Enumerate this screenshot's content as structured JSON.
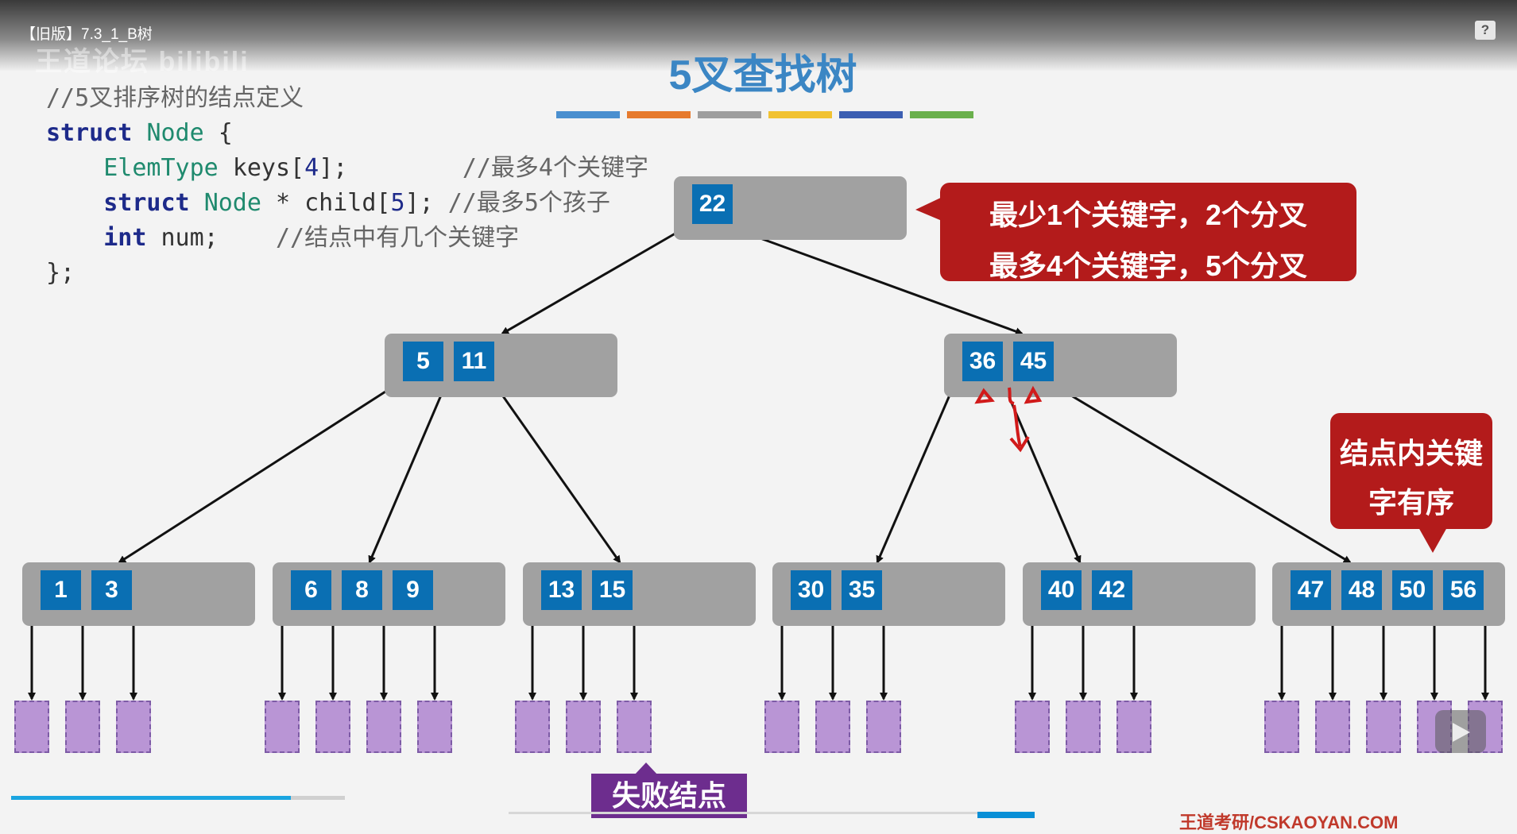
{
  "video": {
    "title": "【旧版】7.3_1_B树",
    "help_label": "?",
    "watermark": "王道论坛 bilibili",
    "progress": 0.838
  },
  "slide": {
    "title": "5叉查找树",
    "strip_colors": [
      "#4a8fcf",
      "#e67a2e",
      "#9e9e9e",
      "#f1c232",
      "#3c5fb2",
      "#6ab04c"
    ]
  },
  "code": {
    "comment_line": "//5叉排序树的结点定义",
    "struct_kw": "struct",
    "struct_name": "Node",
    "brace_open": "{",
    "line1_type": "ElemType",
    "line1_rest": "keys[",
    "line1_num": "4",
    "line1_end": "];",
    "line1_comment": "//最多4个关键字",
    "line2_kw": "struct",
    "line2_type": "Node",
    "line2_rest": "* child[",
    "line2_num": "5",
    "line2_end": "];",
    "line2_comment": "//最多5个孩子",
    "line3_kw": "int",
    "line3_rest": "num;",
    "line3_comment": "//结点中有几个关键字",
    "brace_close": "};"
  },
  "tree": {
    "root": [
      "22"
    ],
    "level1": [
      [
        "5",
        "11"
      ],
      [
        "36",
        "45"
      ]
    ],
    "leaves": [
      [
        "1",
        "3"
      ],
      [
        "6",
        "8",
        "9"
      ],
      [
        "13",
        "15"
      ],
      [
        "30",
        "35"
      ],
      [
        "40",
        "42"
      ],
      [
        "47",
        "48",
        "50",
        "56"
      ]
    ]
  },
  "callouts": {
    "top": [
      "最少1个关键字，2个分叉",
      "最多4个关键字，5个分叉"
    ],
    "side": [
      "结点内关键",
      "字有序"
    ]
  },
  "fail_label": "失败结点",
  "bottom_text": "王道考研/CSKAOYAN.COM",
  "colors": {
    "key_fill": "#0a6fb3",
    "node_fill": "#a1a1a1",
    "callout": "#b31b1b",
    "fail_fill": "#b995d5",
    "annotation": "#d11a1a"
  }
}
